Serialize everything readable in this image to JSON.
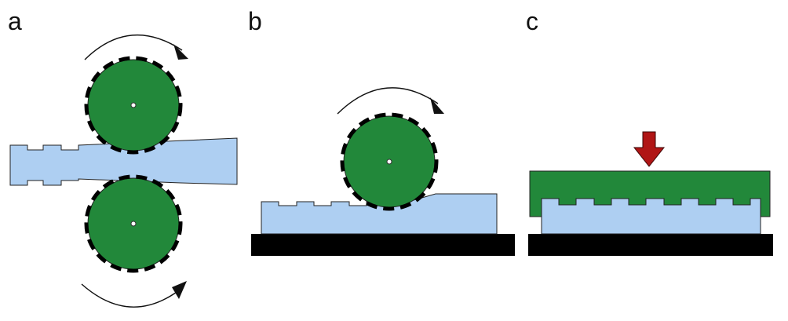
{
  "panels": [
    {
      "id": "a",
      "label": "a"
    },
    {
      "id": "b",
      "label": "b"
    },
    {
      "id": "c",
      "label": "c"
    }
  ],
  "colors": {
    "roller": "#22883a",
    "stamp": "#22883a",
    "substrate": "#aecff2",
    "base": "#000000",
    "press_arrow": "#b01515",
    "outline": "#222222"
  }
}
